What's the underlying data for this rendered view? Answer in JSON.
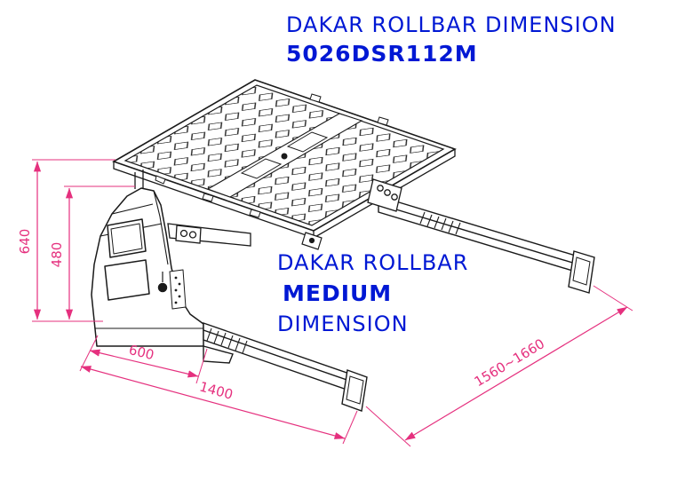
{
  "title": {
    "line1": "DAKAR ROLLBAR DIMENSION",
    "model": "5026DSR112M"
  },
  "subtitle": {
    "line1": "DAKAR ROLLBAR",
    "line2": "MEDIUM",
    "line3": "DIMENSION"
  },
  "dimensions": {
    "overall_height": "640",
    "bar_height": "480",
    "front_section_length": "600",
    "bar_length": "1400",
    "adjustable_length": "1560~1660"
  },
  "colors": {
    "drawing_line": "#1a1a1a",
    "dimension": "#e5307e",
    "title_text": "#0018d4",
    "background": "#ffffff"
  }
}
